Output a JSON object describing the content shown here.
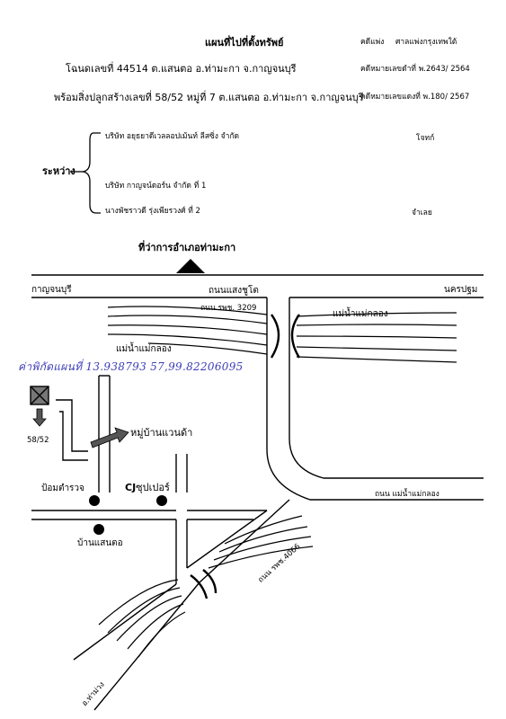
{
  "header": {
    "title": "แผนที่ไปที่ตั้งทรัพย์",
    "court_label": "คดีแพ่ง",
    "court_name": "ศาลแพ่งกรุงเทพใต้",
    "line1": "โฉนดเลขที่ 44514 ต.แสนตอ อ.ท่ามะกา จ.กาญจนบุรี",
    "black_case": "คดีหมายเลขดำที่ พ.2643/ 2564",
    "line2": "พร้อมสิ่งปลูกสร้างเลขที่ 58/52 หมู่ที่ 7 ต.แสนตอ อ.ท่ามะกา จ.กาญจนบุรี",
    "red_case": "คดีหมายเลขแดงที่ พ.180/ 2567"
  },
  "parties": {
    "between_label": "ระหว่าง",
    "plaintiff": "บริษัท อยุธยาดีเวลลอปเม้นท์ ลีสซิ่ง จำกัด",
    "plaintiff_role": "โจทก์",
    "defendant1": "บริษัท กาญจน์ดอร์น จำกัด  ที่ 1",
    "defendant2": "นางพัชราวดี รุ่งเพียรวงศ์     ที่ 2",
    "defendant_role": "จำเลย"
  },
  "map": {
    "district_office": "ที่ว่าการอำเภอท่ามะกา",
    "left_city": "กาญจนบุรี",
    "main_road": "ถนนแสงชูโต",
    "right_city": "นครปฐม",
    "road_3209": "ถนน รพช. 3209",
    "river_right": "แม่น้ำแม่กลอง",
    "river_left": "แม่น้ำแม่กลอง",
    "coords": "ค่าพิกัดแผนที่ 13.938793 57,99.82206095",
    "property_no": "58/52",
    "village": "หมู่บ้านแวนด้า",
    "police_box": "ป้อมตำรวจ",
    "cj_brand": "CJ",
    "cj_label": "ซุปเปอร์",
    "road_river": "ถนน แม่น้ำแม่กลอง",
    "ban_saen_to": "บ้านแสนตอ",
    "road_4066": "ถนน รพช.4066",
    "tha_muang": "อ.ท่าม่วง"
  },
  "colors": {
    "ink": "#000000",
    "handwriting": "#3d3db8",
    "marker_gray": "#777777"
  }
}
